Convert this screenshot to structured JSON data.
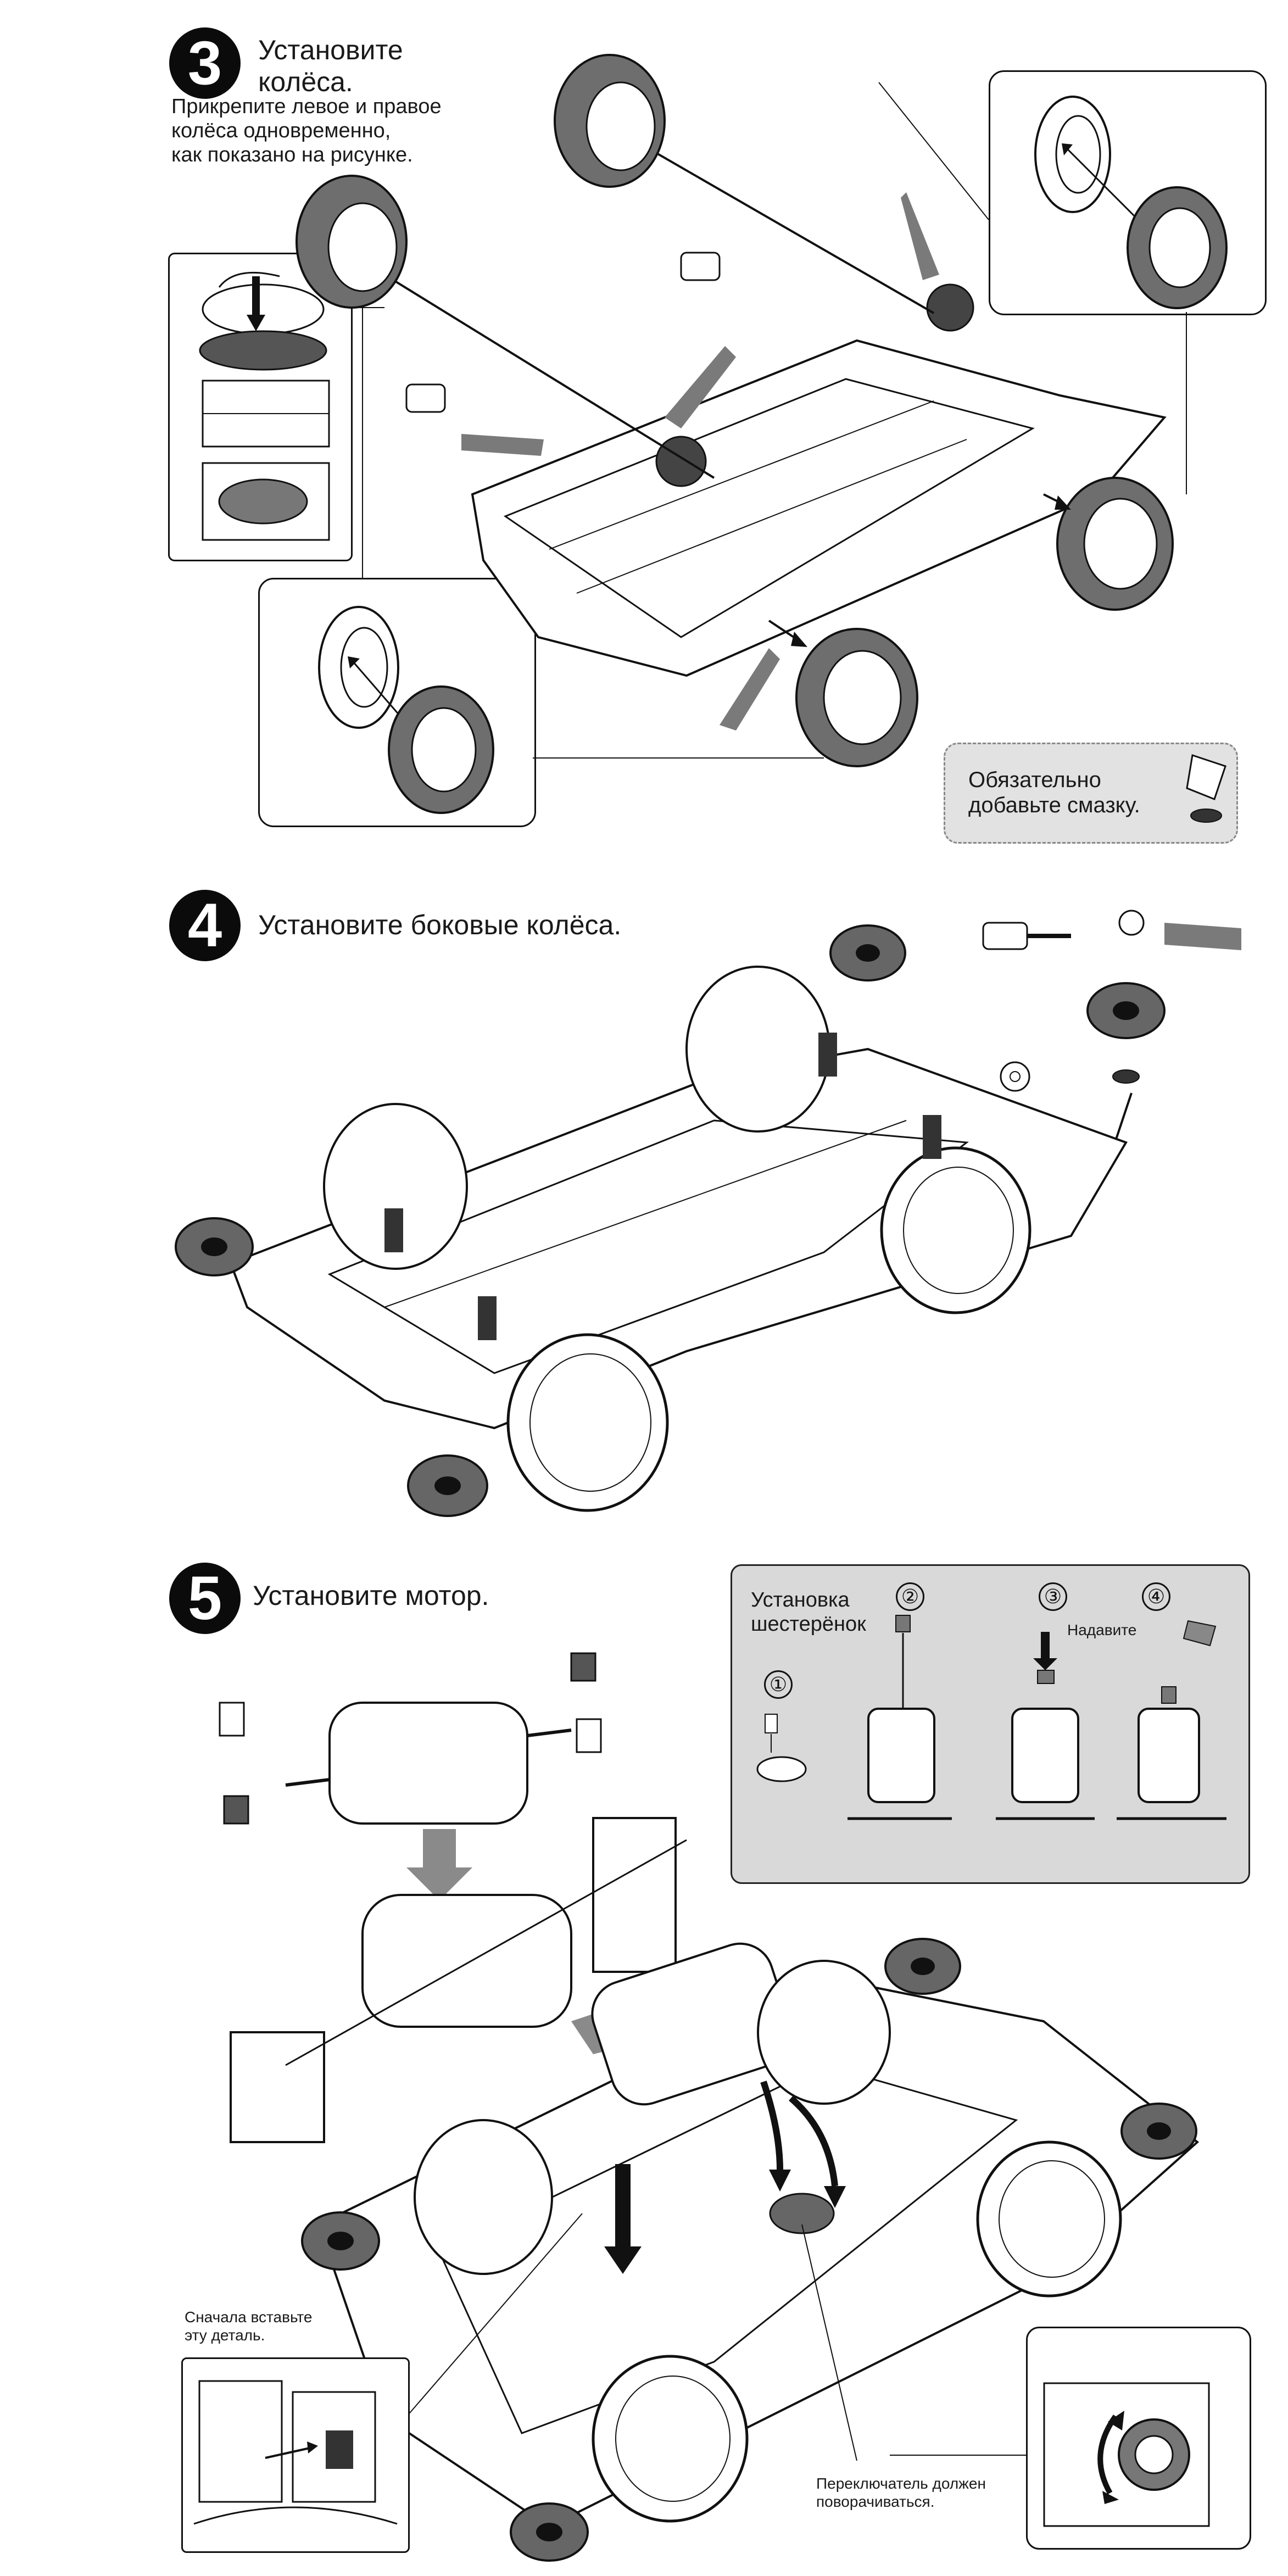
{
  "colors": {
    "ink": "#111111",
    "tire": "#6e6e6e",
    "arrow": "#7a7a7a",
    "panel": "#d9d9d9",
    "note_bg": "#e2e2e2"
  },
  "step3": {
    "number": "3",
    "title": "Установите\nколёса.",
    "instruction": "Прикрепите левое и правое\nколёса одновременно,\nкак показано на рисунке.",
    "grease_note": "Обязательно\nдобавьте смазку."
  },
  "step4": {
    "number": "4",
    "title": "Установите боковые колёса."
  },
  "step5": {
    "number": "5",
    "title": "Установите мотор.",
    "gear_panel": {
      "title": "Установка\nшестерёнок",
      "step_labels": [
        "①",
        "②",
        "③",
        "④"
      ],
      "press_label": "Надавите"
    },
    "insert_note": "Сначала вставьте\nэту деталь.",
    "switch_note": "Переключатель должен\nповорачиваться."
  }
}
